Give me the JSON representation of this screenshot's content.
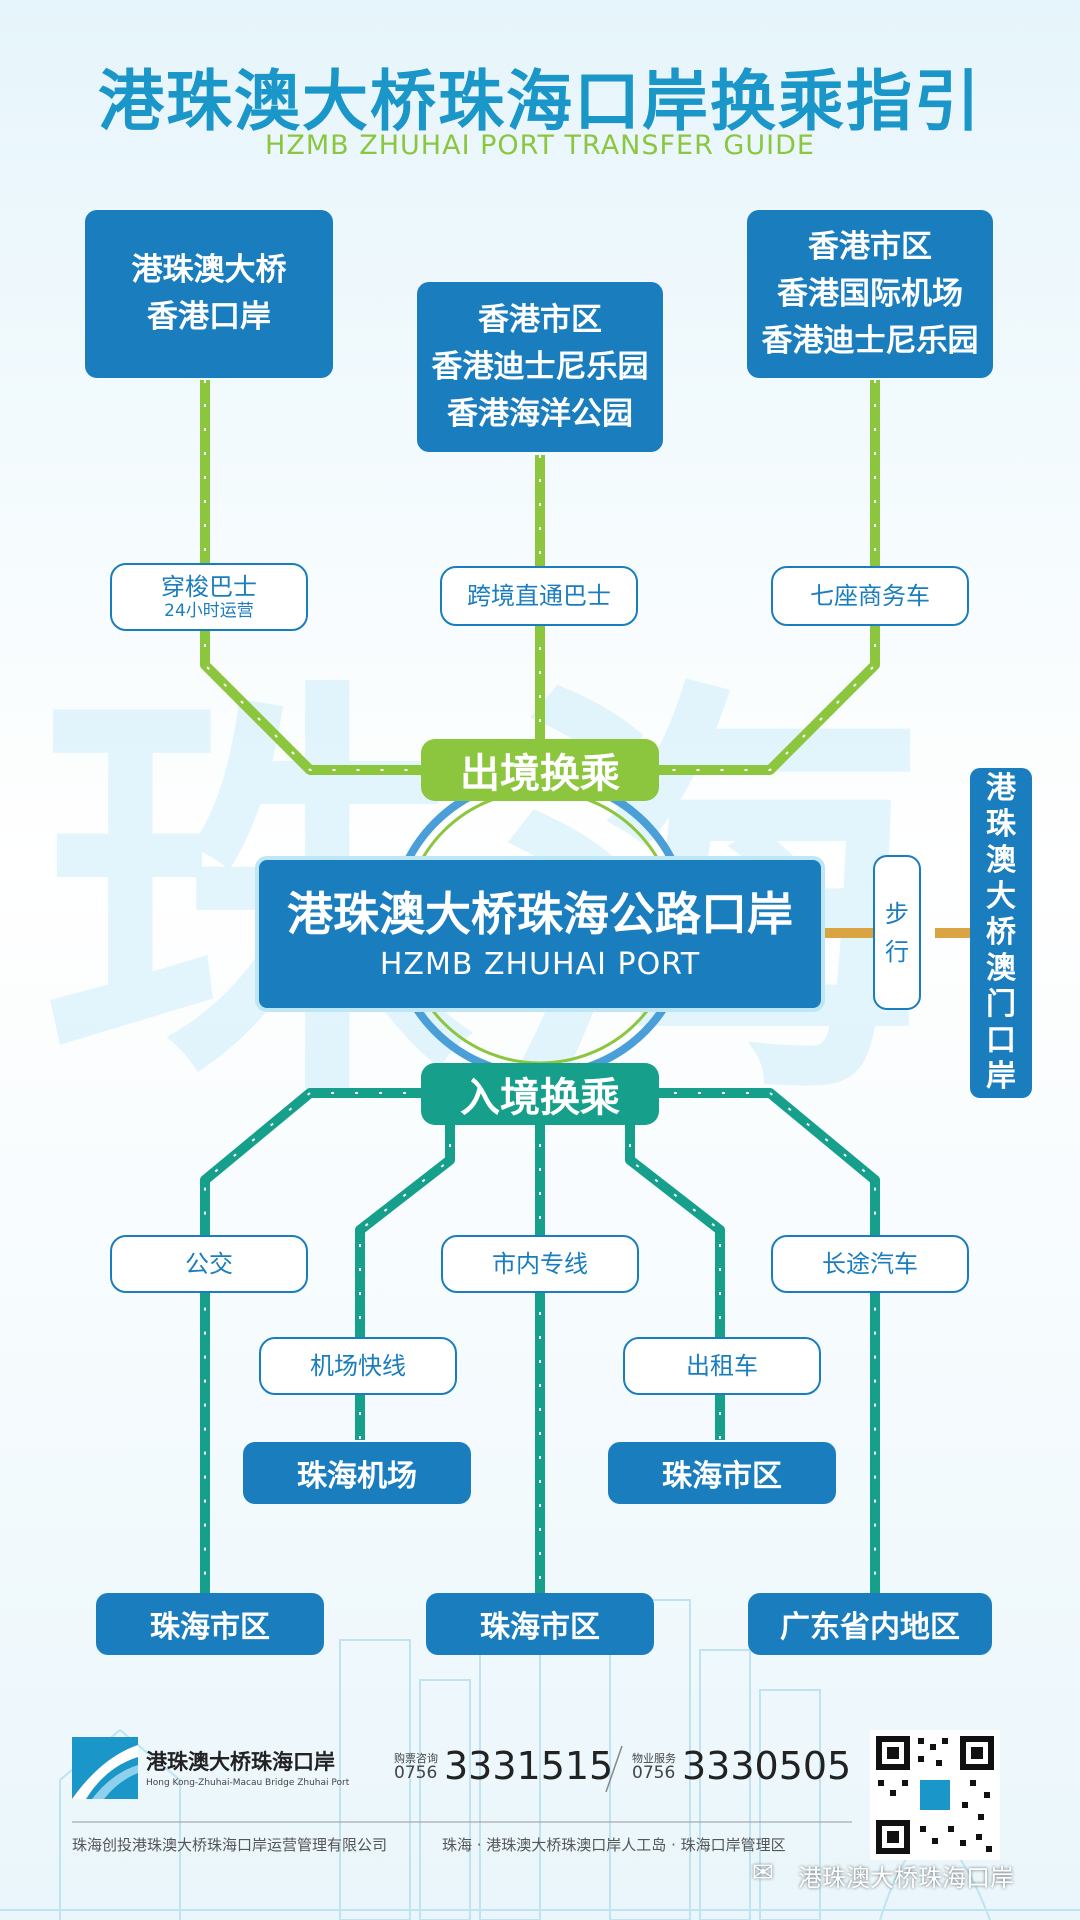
{
  "header": {
    "title": "港珠澳大桥珠海口岸换乘指引",
    "subtitle": "HZMB ZHUHAI PORT TRANSFER GUIDE"
  },
  "background_text": "珠海",
  "destinations_top": [
    {
      "lines": [
        "港珠澳大桥",
        "香港口岸"
      ]
    },
    {
      "lines": [
        "香港市区",
        "香港迪士尼乐园",
        "香港海洋公园"
      ]
    },
    {
      "lines": [
        "香港市区",
        "香港国际机场",
        "香港迪士尼乐园"
      ]
    }
  ],
  "departure_modes": [
    {
      "label": "穿梭巴士",
      "sub": "24小时运营"
    },
    {
      "label": "跨境直通巴士"
    },
    {
      "label": "七座商务车"
    }
  ],
  "departure_hub": "出境换乘",
  "arrival_hub": "入境换乘",
  "port": {
    "name_cn": "港珠澳大桥珠海公路口岸",
    "name_en": "HZMB ZHUHAI PORT"
  },
  "walk": {
    "chars": [
      "步",
      "行"
    ]
  },
  "macau_port": {
    "chars": [
      "港",
      "珠",
      "澳",
      "大",
      "桥",
      "澳",
      "门",
      "口",
      "岸"
    ]
  },
  "arrival_modes": {
    "bus": "公交",
    "city_line": "市内专线",
    "long_distance": "长途汽车",
    "airport_express": "机场快线",
    "taxi": "出租车"
  },
  "arrival_destinations": {
    "airport": "珠海机场",
    "taxi_city": "珠海市区",
    "bus_city": "珠海市区",
    "line_city": "珠海市区",
    "guangdong": "广东省内地区"
  },
  "footer": {
    "logo_name": "港珠澳大桥珠海口岸",
    "logo_en": "Hong Kong-Zhuhai-Macau Bridge Zhuhai Port",
    "ticket_label": [
      "购票咨询",
      "0756"
    ],
    "ticket_number": "3331515",
    "property_label": [
      "物业服务",
      "0756"
    ],
    "property_number": "3330505",
    "company": "珠海创投港珠澳大桥珠海口岸运营管理有限公司",
    "address": "珠海 · 港珠澳大桥珠澳口岸人工岛 · 珠海口岸管理区",
    "wechat": "港珠澳大桥珠海口岸"
  },
  "colors": {
    "departure_line": "#8cc63f",
    "arrival_line": "#16a08c",
    "box_blue": "#1a7dbd",
    "walk_line": "#d9a441"
  }
}
